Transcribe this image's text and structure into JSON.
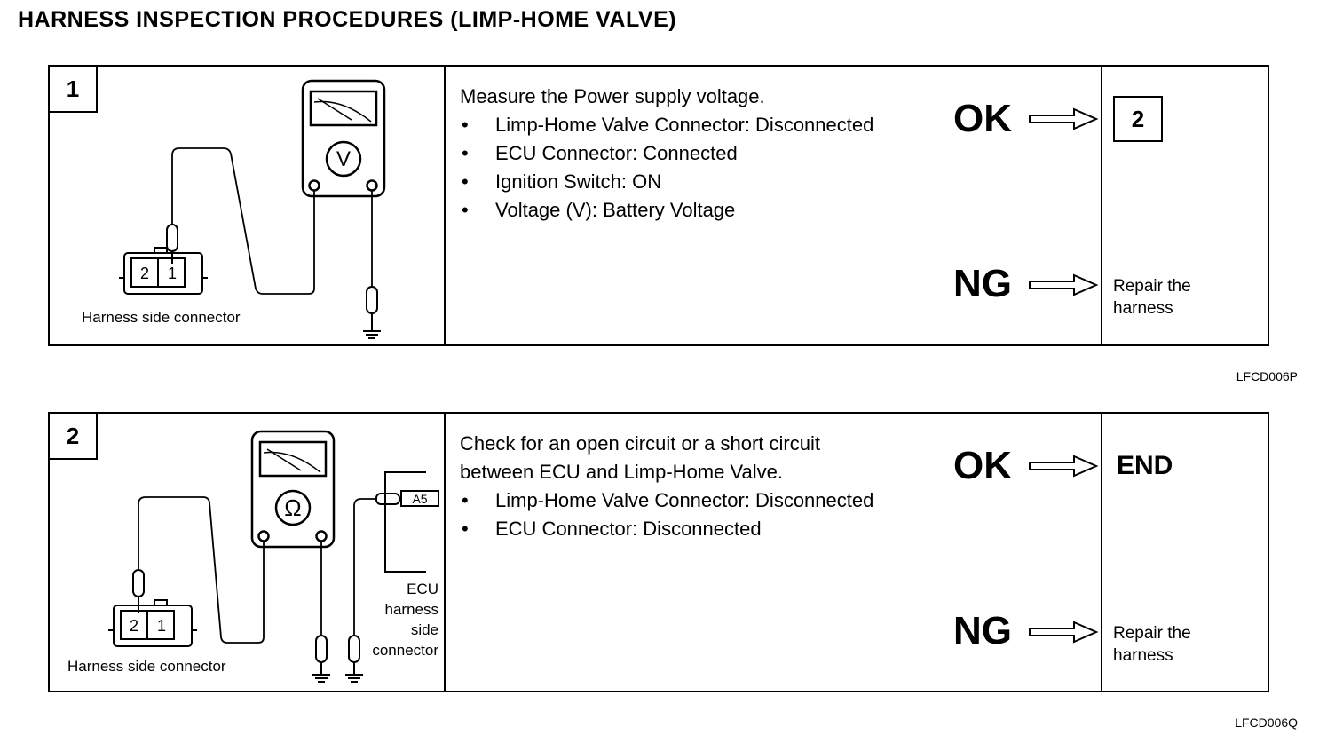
{
  "title": "HARNESS INSPECTION PROCEDURES (LIMP-HOME VALVE)",
  "steps": [
    {
      "number": "1",
      "meter_symbol": "V",
      "connector_pins": [
        "2",
        "1"
      ],
      "connector_label": "Harness side connector",
      "instruction_lines": [
        "Measure the Power supply voltage."
      ],
      "bullets": [
        "Limp-Home Valve Connector: Disconnected",
        "ECU Connector: Connected",
        "Ignition Switch: ON",
        "Voltage (V): Battery Voltage"
      ],
      "ok_label": "OK",
      "ng_label": "NG",
      "ok_result": "2",
      "ng_result": "Repair the harness",
      "figure_code": "LFCD006P"
    },
    {
      "number": "2",
      "meter_symbol": "Ω",
      "connector_pins": [
        "2",
        "1"
      ],
      "connector_label": "Harness side connector",
      "ecu_pin": "A5",
      "ecu_label": [
        "ECU",
        "harness",
        "side",
        "connector"
      ],
      "instruction_lines": [
        "Check for an open circuit or a short circuit",
        "between ECU and Limp-Home Valve."
      ],
      "bullets": [
        "Limp-Home Valve Connector: Disconnected",
        "ECU Connector: Disconnected"
      ],
      "ok_label": "OK",
      "ng_label": "NG",
      "ok_result": "END",
      "ng_result": "Repair the harness",
      "figure_code": "LFCD006Q"
    }
  ]
}
